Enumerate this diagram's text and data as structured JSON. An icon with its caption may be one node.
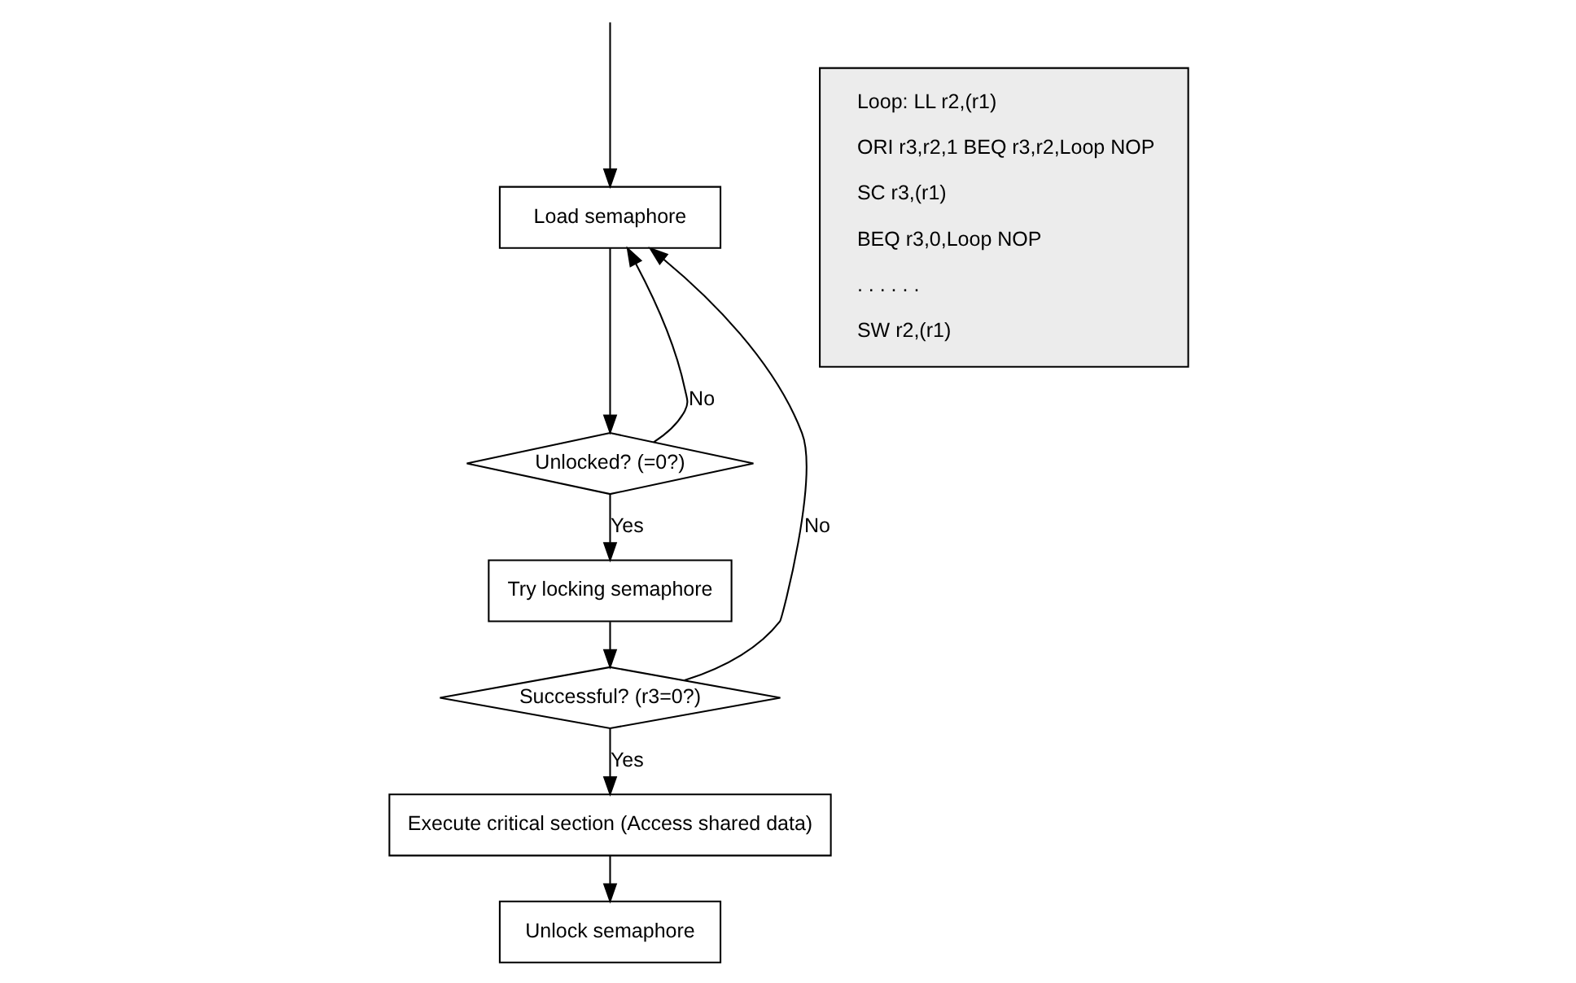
{
  "diagram": {
    "nodes": [
      {
        "text": [
          "Load semaphore"
        ]
      },
      {
        "text": [
          "Unlocked? (=0?)"
        ]
      },
      {
        "text": [
          "Try locking semaphore"
        ]
      },
      {
        "text": [
          "Successful? (r3=0?)"
        ]
      },
      {
        "text": [
          "Execute critical section (Access shared data)"
        ]
      },
      {
        "text": [
          "Unlock semaphore"
        ]
      },
      {
        "text": [
          "Loop: LL r2,(r1)",
          "ORI r3,r2,1 BEQ r3,r2,Loop NOP",
          "SC r3,(r1)",
          "BEQ r3,0,Loop NOP",
          ". . . . . .",
          "SW r2,(r1)"
        ]
      }
    ],
    "edges": [
      {
        "from": null,
        "to": 0,
        "arrow": "to"
      },
      {
        "from": 0,
        "to": 1,
        "arrow": "to"
      },
      {
        "from": 1,
        "to": 2,
        "arrow": "to",
        "label": "Yes"
      },
      {
        "from": 1,
        "to": 0,
        "arrow": "to",
        "label": "No"
      },
      {
        "from": 2,
        "to": 3,
        "arrow": "to"
      },
      {
        "from": 3,
        "to": 4,
        "arrow": "to",
        "label": "Yes"
      },
      {
        "from": 3,
        "to": 0,
        "arrow": "to",
        "label": "No"
      },
      {
        "from": 4,
        "to": 5,
        "arrow": "to"
      }
    ]
  }
}
